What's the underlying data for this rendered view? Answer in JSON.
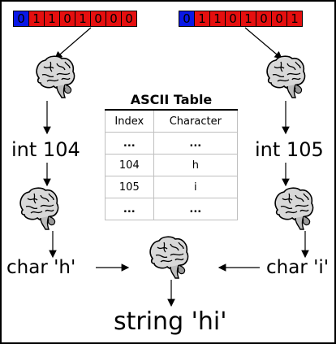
{
  "binary": {
    "left": {
      "bits": [
        "0",
        "1",
        "1",
        "0",
        "1",
        "0",
        "0",
        "0"
      ]
    },
    "right": {
      "bits": [
        "0",
        "1",
        "1",
        "0",
        "1",
        "0",
        "0",
        "1"
      ]
    }
  },
  "labels": {
    "int_left": "int 104",
    "int_right": "int 105",
    "char_left": "char 'h'",
    "char_right": "char 'i'",
    "result": "string 'hi'"
  },
  "ascii_table": {
    "title": "ASCII Table",
    "columns": [
      "Index",
      "Character"
    ],
    "rows": [
      [
        "...",
        "..."
      ],
      [
        "104",
        "h"
      ],
      [
        "105",
        "i"
      ],
      [
        "...",
        "..."
      ]
    ]
  },
  "colors": {
    "sign_bit": "#0a18e6",
    "value_bits": "#e60f0f",
    "brain": "brain-icon"
  }
}
